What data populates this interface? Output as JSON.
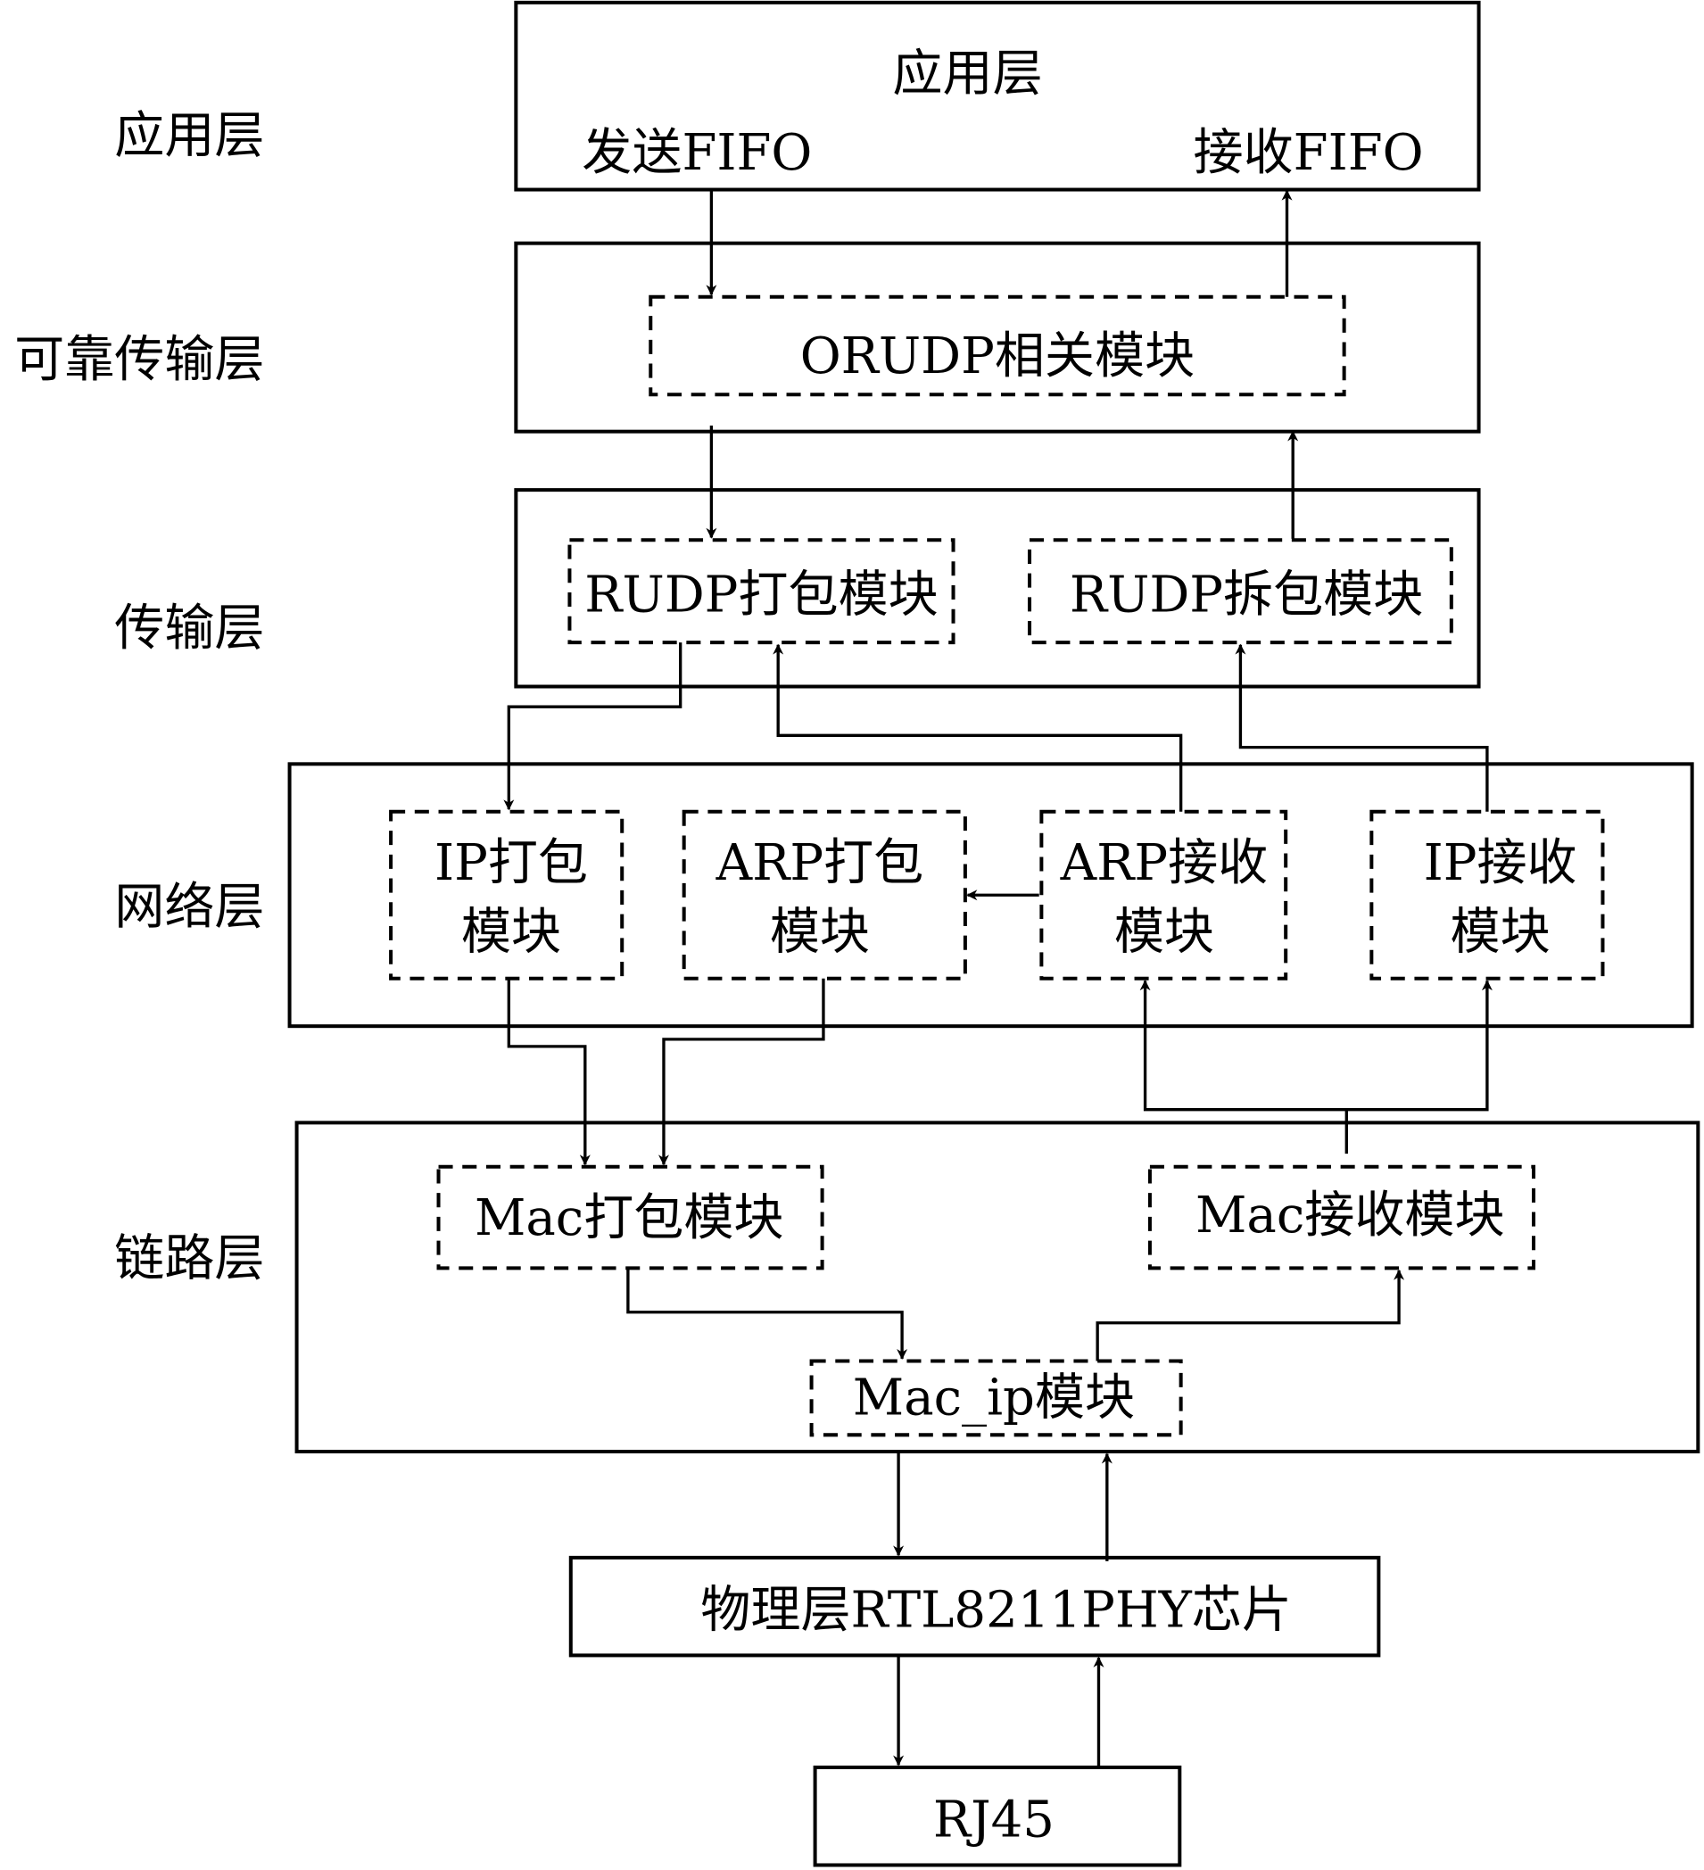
{
  "side_labels": [
    "应用层",
    "可靠传输层",
    "传输层",
    "网络层",
    "链路层"
  ],
  "app": {
    "title": "应用层",
    "send_fifo": "发送FIFO",
    "recv_fifo": "接收FIFO"
  },
  "reliable": {
    "module": "ORUDP相关模块"
  },
  "transport": {
    "pack": "RUDP打包模块",
    "unpack": "RUDP拆包模块"
  },
  "network": {
    "ip_pack": [
      "IP打包",
      "模块"
    ],
    "arp_pack": [
      "ARP打包",
      "模块"
    ],
    "arp_recv": [
      "ARP接收",
      "模块"
    ],
    "ip_recv": [
      "IP接收",
      "模块"
    ]
  },
  "link": {
    "mac_pack": "Mac打包模块",
    "mac_recv": "Mac接收模块",
    "mac_ip": "Mac_ip模块"
  },
  "phy": {
    "chip": "物理层RTL8211PHY芯片"
  },
  "rj45": {
    "label": "RJ45"
  }
}
